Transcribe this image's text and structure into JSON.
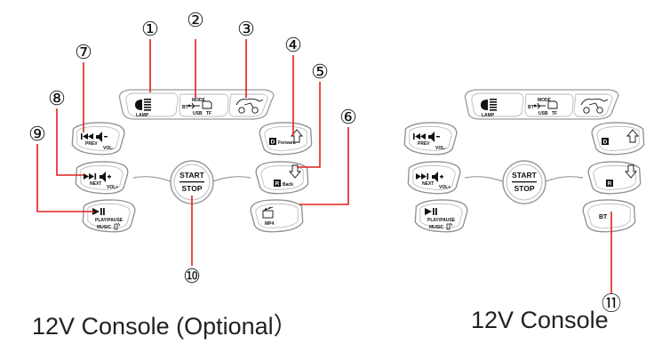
{
  "captions": {
    "left": "12V Console (Optional）",
    "right": "12V Console"
  },
  "callouts": [
    "①",
    "②",
    "③",
    "④",
    "⑤",
    "⑥",
    "⑦",
    "⑧",
    "⑨",
    "⑩",
    "⑪"
  ],
  "panel": {
    "lamp": "LAMP",
    "mode": "MODE",
    "bt": "BT",
    "usb": "USB",
    "tf": "TF",
    "prev": "PREV",
    "vol_minus": "VOL-",
    "next": "NEXT",
    "vol_plus": "VOL+",
    "play_pause": "PLAY/PAUSE",
    "music": "MUSIC",
    "start": "START",
    "stop": "STOP",
    "d": "D",
    "forward": "Forward",
    "r": "R",
    "back": "Back",
    "mp4": "MP4",
    "bt_button": "BT"
  },
  "colors": {
    "line": "#e0211b",
    "outline": "#9a9a9a",
    "ink": "#111111"
  }
}
